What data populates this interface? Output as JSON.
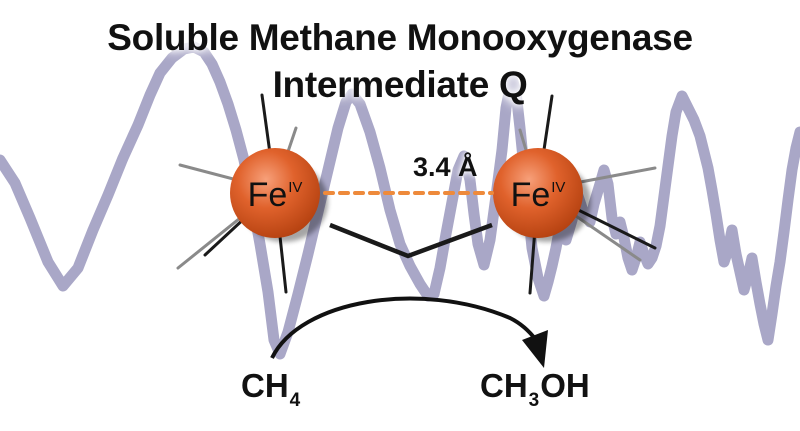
{
  "title": {
    "line1": "Soluble Methane Monooxygenase",
    "line2": "Intermediate Q"
  },
  "iron_left": {
    "element": "Fe",
    "oxidation": "IV"
  },
  "iron_right": {
    "element": "Fe",
    "oxidation": "IV"
  },
  "distance": "3.4 Å",
  "reactant": {
    "prefix": "CH",
    "sub": "4",
    "suffix": ""
  },
  "product": {
    "prefix": "CH",
    "sub": "3",
    "suffix": "OH"
  },
  "colors": {
    "spectrum": "#a9a7c7",
    "atom": "#dd5a27",
    "atom_highlight": "#f59a70",
    "distance_dash": "#ee8a3b",
    "bond": "#1a1a1a",
    "text": "#111111"
  }
}
